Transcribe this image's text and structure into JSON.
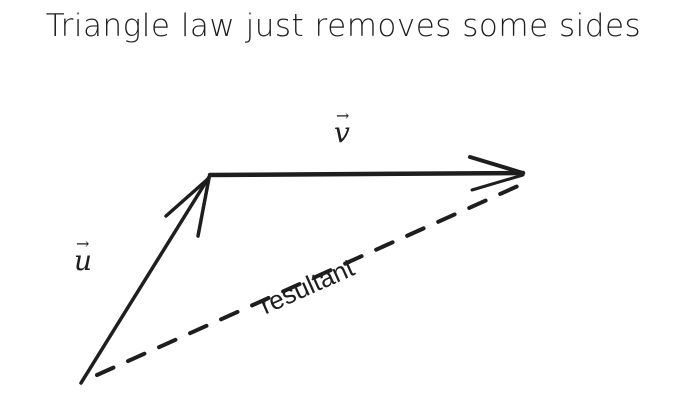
{
  "title": "Triangle law just removes some sides",
  "labels": {
    "u": "u",
    "v": "v",
    "vector_arrow": "→",
    "resultant": "resultant"
  },
  "colors": {
    "stroke": "#1e1e1e",
    "background": "#ffffff"
  }
}
